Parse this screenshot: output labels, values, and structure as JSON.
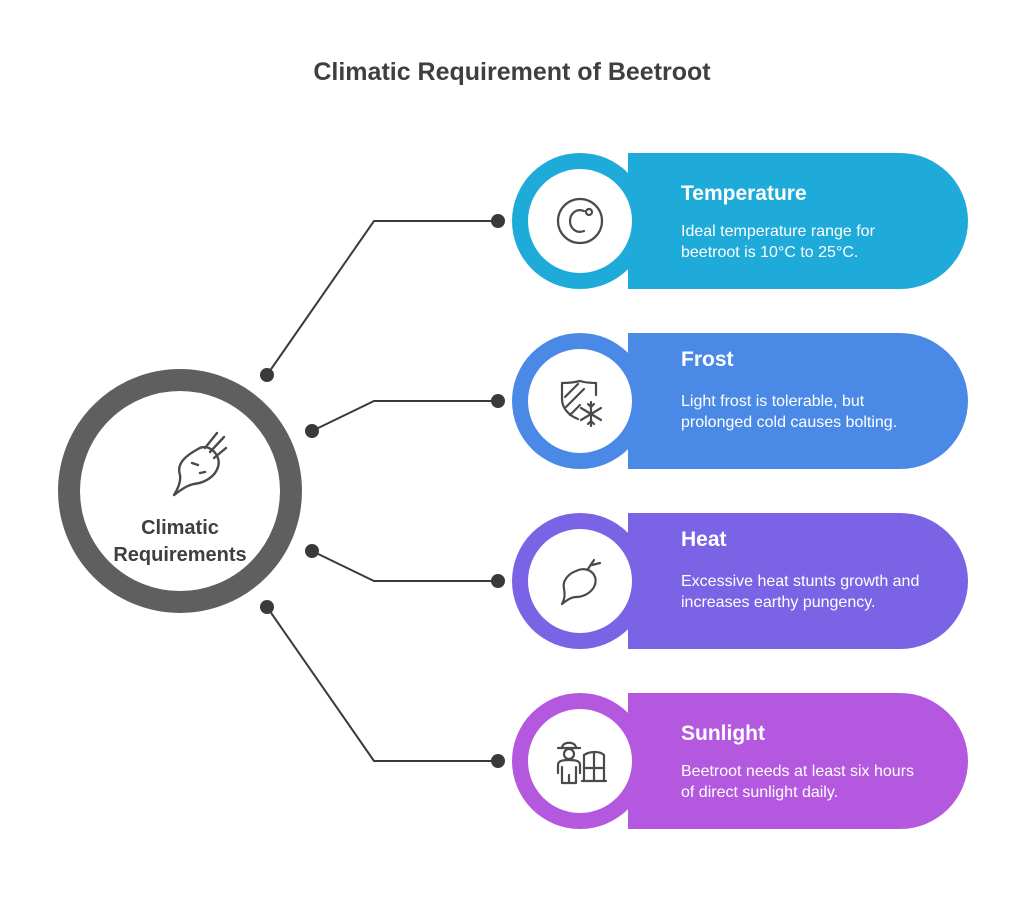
{
  "title": "Climatic Requirement of Beetroot",
  "hub": {
    "label_line1": "Climatic",
    "label_line2": "Requirements",
    "icon": "beetroot-icon"
  },
  "items": [
    {
      "title": "Temperature",
      "description": "Ideal temperature range for beetroot is 10°C to 25°C.",
      "color": "#1eabd9",
      "icon": "celsius-icon"
    },
    {
      "title": "Frost",
      "description": "Light frost is tolerable, but prolonged cold causes bolting.",
      "color": "#4a8ae6",
      "icon": "frost-shield-icon"
    },
    {
      "title": "Heat",
      "description": "Excessive heat stunts growth and increases earthy pungency.",
      "color": "#7b63e6",
      "icon": "beet-icon"
    },
    {
      "title": "Sunlight",
      "description": "Beetroot needs at least six hours of direct sunlight daily.",
      "color": "#b458e0",
      "icon": "farmer-crop-icon"
    }
  ]
}
